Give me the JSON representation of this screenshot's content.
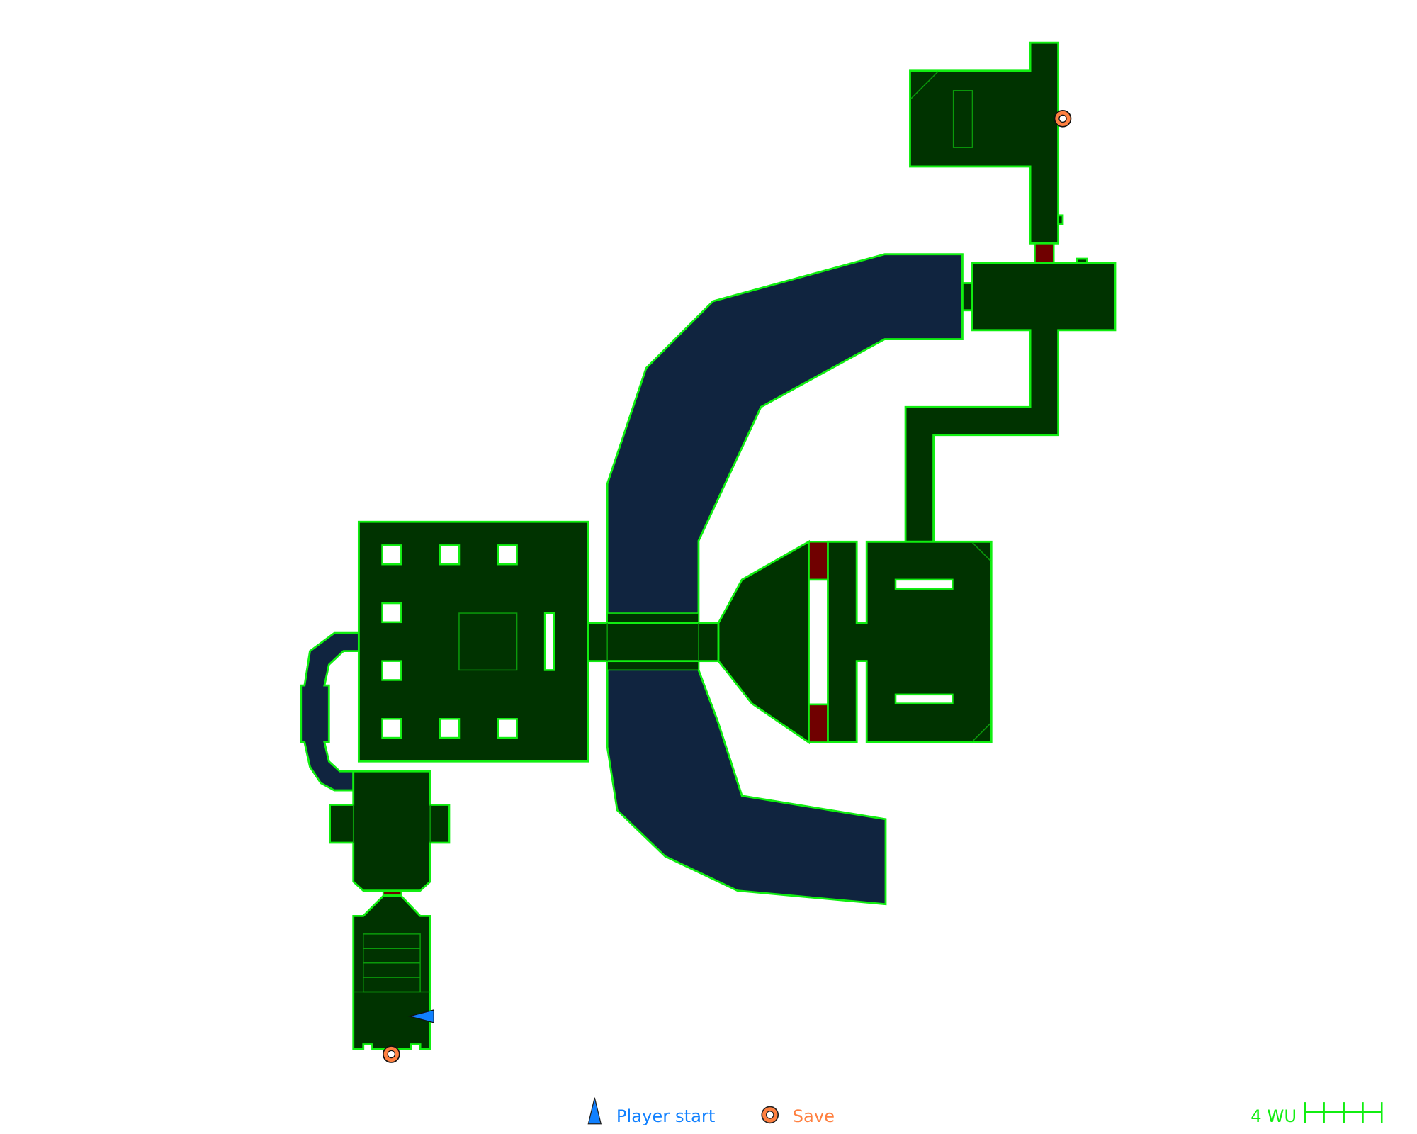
{
  "map": {
    "colors": {
      "room_fill": "#003300",
      "wall": "#11ee11",
      "water": "#10243f",
      "locked_door": "#700000",
      "player_start": "#1080ff",
      "save": "#ff8040"
    },
    "markers": [
      {
        "type": "save",
        "icon": "save-ring-icon",
        "room": "north-tower"
      },
      {
        "type": "save",
        "icon": "save-ring-icon",
        "room": "south-hall"
      },
      {
        "type": "player_start",
        "icon": "player-start-arrow-icon",
        "room": "south-hall",
        "facing": "west"
      }
    ]
  },
  "legend": {
    "player_start_label": "Player start",
    "save_label": "Save",
    "scale_label": "4 WU",
    "scale_ticks": 4
  }
}
